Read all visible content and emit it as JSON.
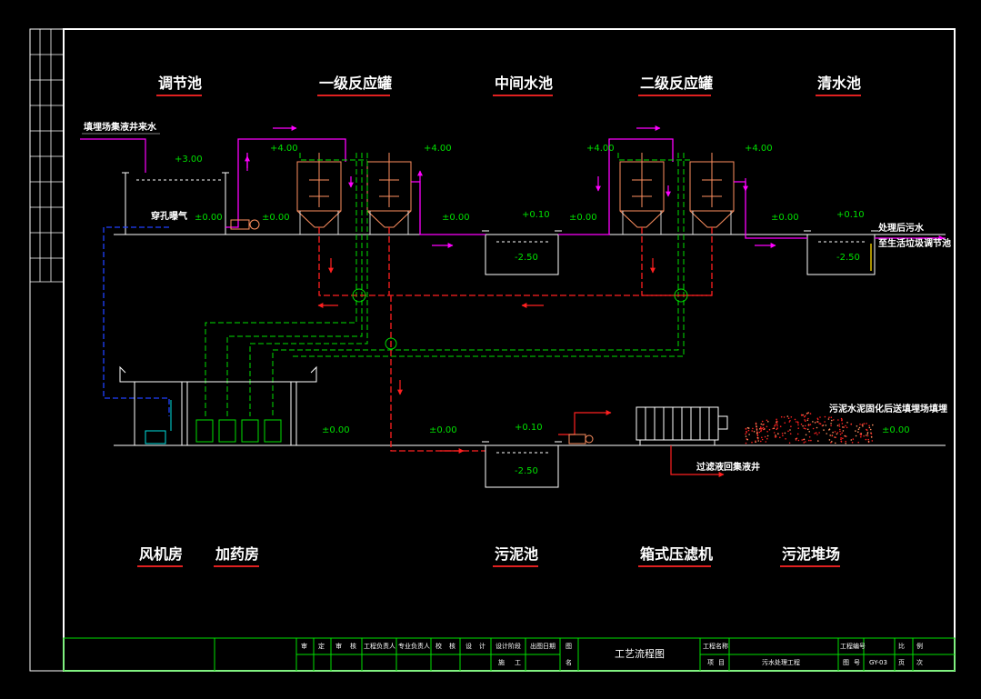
{
  "titles": {
    "tiaojiechi": "调节池",
    "yiji": "一级反应罐",
    "zhongjian": "中间水池",
    "erji": "二级反应罐",
    "qingshui": "清水池",
    "fengji": "风机房",
    "jiayao": "加药房",
    "wuni": "污泥池",
    "xiangshi": "箱式压滤机",
    "duichang": "污泥堆场"
  },
  "labels": {
    "inflow": "填埋场集液井来水",
    "aeration": "穿孔曝气",
    "outflow_1": "处理后污水",
    "outflow_2": "至生活垃圾调节池",
    "sludge_out": "污泥水泥固化后送填埋场填埋",
    "filtrate": "过滤液回集液井"
  },
  "levels": {
    "p300": "+3.00",
    "p400": "+4.00",
    "p010": "+0.10",
    "m250": "-2.50",
    "z000": "±0.00"
  },
  "titleblock": {
    "h1": "审",
    "h2": "定",
    "h3": "审",
    "h4": "核",
    "h5": "工程负责人",
    "h6": "专业负责人",
    "h7": "校",
    "h8": "核",
    "h9": "设",
    "h10": "计",
    "h11": "设计阶段",
    "h12": "出图日期",
    "h13": "施",
    "h14": "工",
    "tu": "图",
    "ming": "名",
    "drawing_name": "工艺流程图",
    "proj_name_label": "工程名称",
    "item_label_1": "项",
    "item_label_2": "目",
    "item_value": "污水处理工程",
    "proj_no_label": "工程编号",
    "tuhao_label_1": "图",
    "tuhao_label_2": "号",
    "tuhao_value": "GY-03",
    "bili_1": "比",
    "bili_2": "例",
    "yeci_1": "页",
    "yeci_2": "次"
  },
  "colors": {
    "green": "#00e000",
    "magenta": "#ff00ff",
    "red": "#ff2020",
    "blue": "#2040ff",
    "orange": "#ff9060",
    "white": "#ffffff",
    "cyan": "#00e0e0"
  }
}
